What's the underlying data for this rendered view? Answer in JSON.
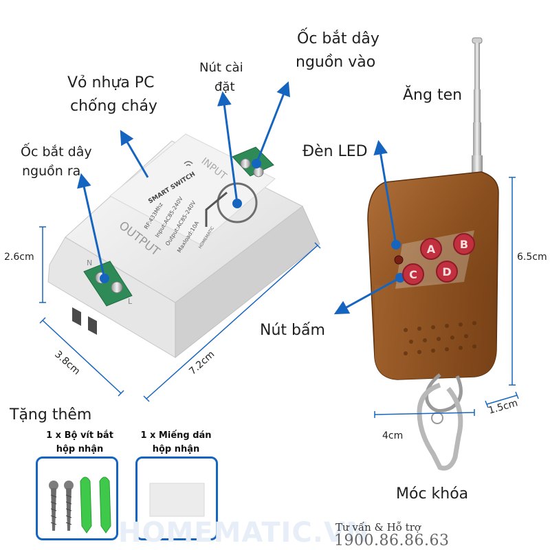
{
  "labels": {
    "vo_nhua_1": "Vỏ nhựa PC",
    "vo_nhua_2": "chống cháy",
    "nut_cai_1": "Nút cài",
    "nut_cai_2": "đặt",
    "oc_vao_1": "Ốc bắt dây",
    "oc_vao_2": "nguồn vào",
    "oc_ra_1": "Ốc bắt dây",
    "oc_ra_2": "nguồn ra",
    "ang_ten": "Ăng ten",
    "den_led": "Đèn LED",
    "nut_bam": "Nút bấm",
    "moc_khoa": "Móc khóa"
  },
  "dimensions": {
    "height_box": "2.6cm",
    "depth_box": "3.8cm",
    "length_box": "7.2cm",
    "remote_height": "6.5cm",
    "remote_thickness": "1.5cm",
    "remote_width": "4cm"
  },
  "device_print": {
    "title": "SMART SWITCH",
    "rf": "RF:433Mhz",
    "input": "Input:AC85-240V",
    "output": "Output:AC85-240V",
    "maxload": "Maxload:10A",
    "output_label": "OUTPUT",
    "input_label": "INPUT",
    "brand": "HOMEMATIC",
    "terminal_n": "N",
    "terminal_l": "L"
  },
  "remote_buttons": [
    "A",
    "B",
    "C",
    "D"
  ],
  "gift": {
    "title": "Tặng thêm",
    "item1_line1": "1 x Bộ vít bắt",
    "item1_line2": "hộp nhận",
    "item2_line1": "1 x Miếng dán",
    "item2_line2": "hộp nhận"
  },
  "footer": {
    "brand": "HOMEMATIC.VN",
    "support": "Tư vấn & Hỗ trợ",
    "phone": "1900.86.86.63"
  },
  "colors": {
    "accent": "#1565c0",
    "wood": "#8a4f1e",
    "button": "#c0303f",
    "terminal": "#2e8b57"
  }
}
